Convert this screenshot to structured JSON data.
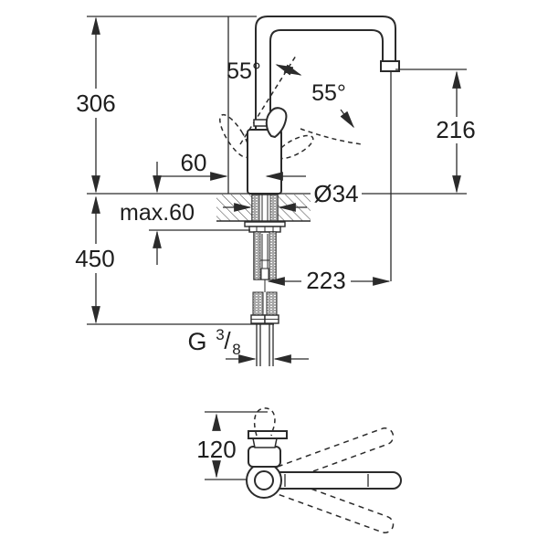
{
  "drawing": {
    "front_view": {
      "labels": {
        "overall_height": "306",
        "angle_back": "55°",
        "angle_front": "55°",
        "outlet_height": "216",
        "rear_clearance": "60",
        "hole_diameter": "Ø34",
        "max_counter_thickness": "max.60",
        "under_counter_length": "450",
        "spout_projection": "223",
        "thread_letter": "G",
        "thread_numerator": "3",
        "thread_slash": "/",
        "thread_denominator": "8"
      }
    },
    "top_view": {
      "labels": {
        "lever_depth": "120"
      }
    },
    "colors": {
      "line": "#2b2b2b",
      "text": "#1e1e1e",
      "background": "#ffffff"
    }
  }
}
